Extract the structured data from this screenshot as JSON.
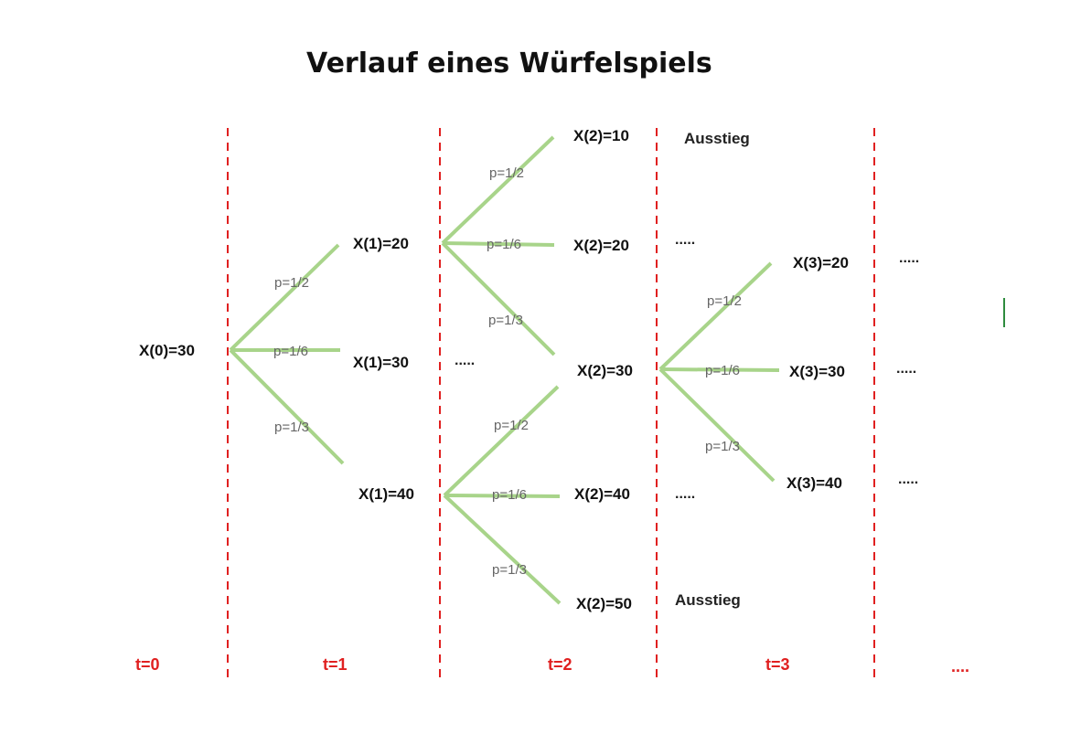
{
  "title": "Verlauf eines Würfelspiels",
  "colors": {
    "branch": "#a8d48a",
    "divider": "#e02020",
    "time_label": "#e02020"
  },
  "nodes": {
    "x0_30": "X(0)=30",
    "x1_20": "X(1)=20",
    "x1_30": "X(1)=30",
    "x1_40": "X(1)=40",
    "x2_10": "X(2)=10",
    "x2_20": "X(2)=20",
    "x2_30": "X(2)=30",
    "x2_40": "X(2)=40",
    "x2_50": "X(2)=50",
    "x3_20": "X(3)=20",
    "x3_30": "X(3)=30",
    "x3_40": "X(3)=40"
  },
  "probabilities": {
    "half": "p=1/2",
    "sixth": "p=1/6",
    "third": "p=1/3"
  },
  "notes": {
    "exit": "Ausstieg",
    "dots": "....."
  },
  "time_labels": [
    "t=0",
    "t=1",
    "t=2",
    "t=3",
    "...."
  ]
}
